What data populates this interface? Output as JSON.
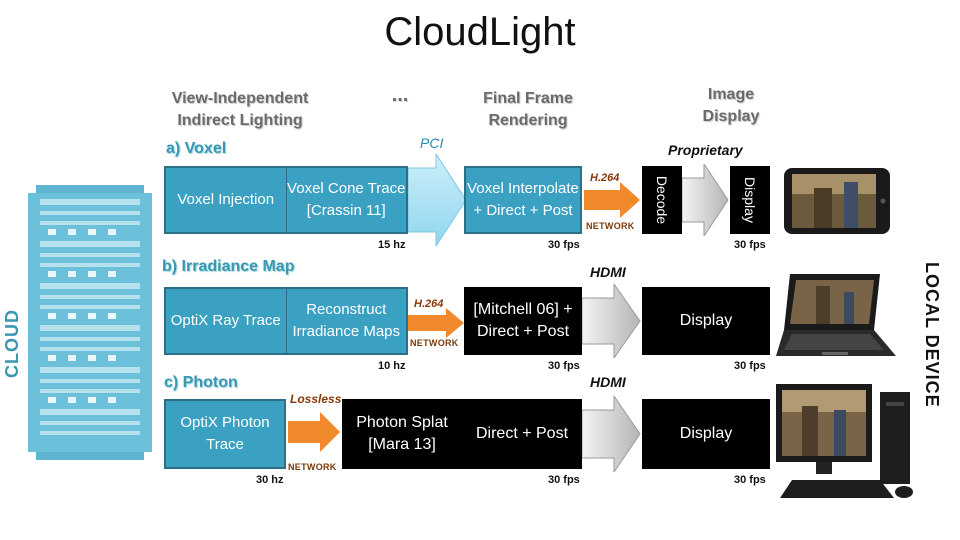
{
  "title": "CloudLight",
  "headers": {
    "indirect": "View-Independent Indirect Lighting",
    "ellipsis": "...",
    "final": "Final Frame Rendering",
    "display": "Image Display"
  },
  "side": {
    "cloud": "CLOUD",
    "local": "LOCAL DEVICE"
  },
  "rows": {
    "voxel": {
      "label": "a) Voxel",
      "box1a": "Voxel Injection",
      "box1b": "Voxel Cone Trace [Crassin 11]",
      "rate1": "15 hz",
      "link1": "PCI",
      "box2": "Voxel Interpolate + Direct + Post",
      "rate2": "30 fps",
      "codec": "H.264",
      "network": "NETWORK",
      "link2": "Proprietary",
      "decode": "Decode",
      "display": "Display",
      "rate3": "30 fps"
    },
    "irradiance": {
      "label": "b) Irradiance Map",
      "box1a": "OptiX Ray Trace",
      "box1b": "Reconstruct Irradiance Maps",
      "rate1": "10 hz",
      "codec": "H.264",
      "network": "NETWORK",
      "box2": "[Mitchell 06] + Direct + Post",
      "rate2": "30 fps",
      "link2": "HDMI",
      "display": "Display",
      "rate3": "30 fps"
    },
    "photon": {
      "label": "c) Photon",
      "box1": "OptiX Photon Trace",
      "rate1": "30 hz",
      "link1": "Lossless",
      "network": "NETWORK",
      "box2a": "Photon Splat [Mara 13]",
      "box2b": "Direct + Post",
      "rate2": "30 fps",
      "link2": "HDMI",
      "display": "Display",
      "rate3": "30 fps"
    }
  },
  "icons": [
    "server-rack-icon",
    "tablet-icon",
    "laptop-icon",
    "desktop-pc-icon"
  ]
}
